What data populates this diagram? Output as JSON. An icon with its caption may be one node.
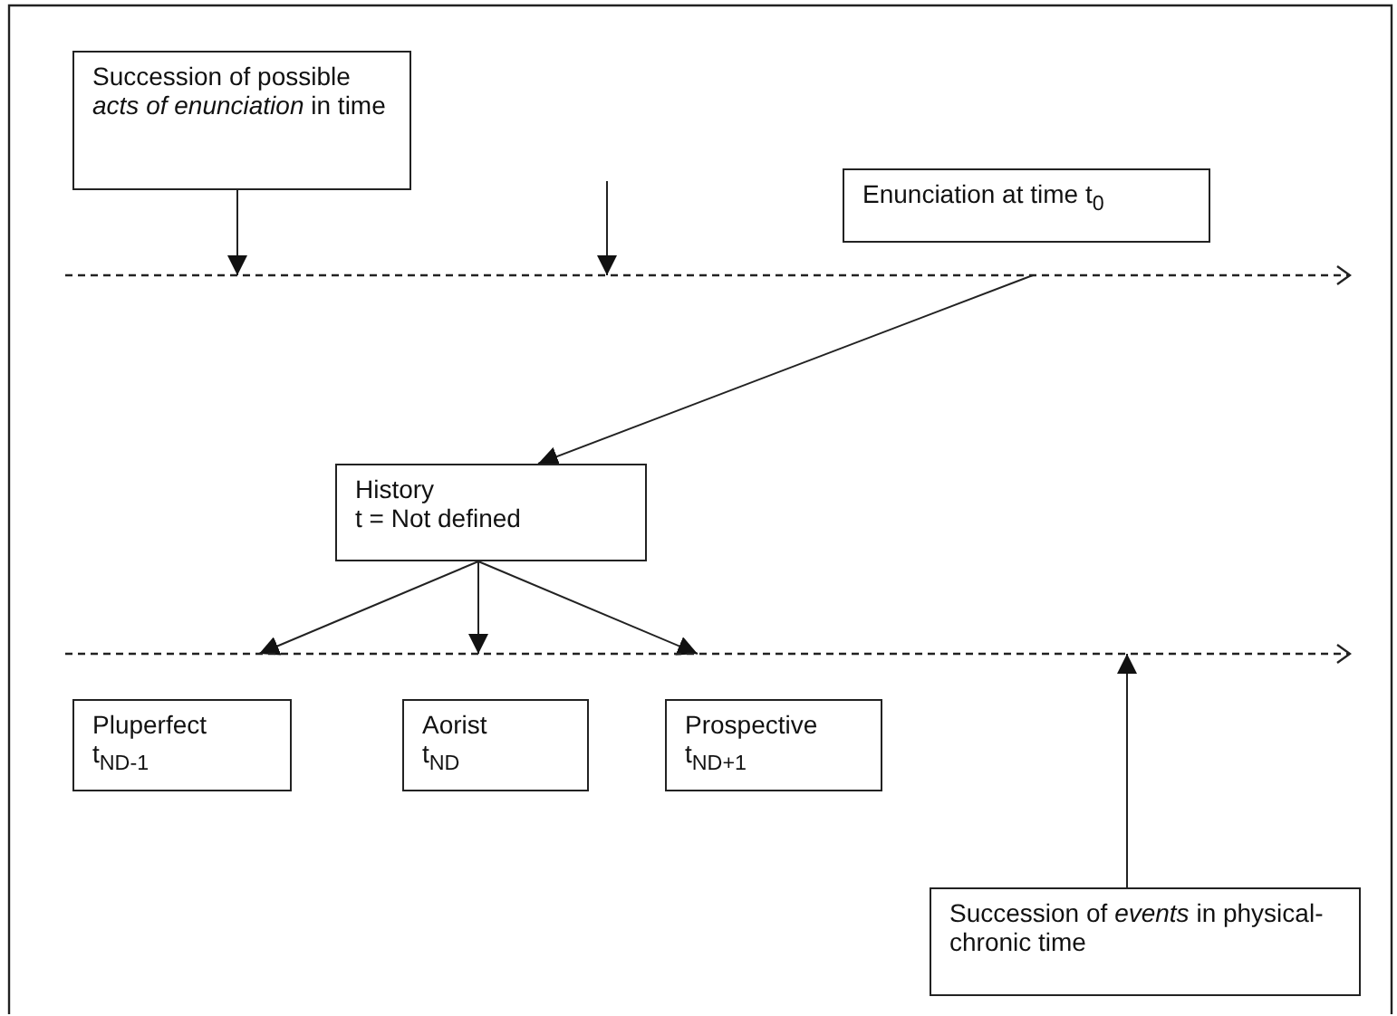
{
  "diagram": {
    "nodes": [
      {
        "text": [
          "Succession of possible *acts of enunciation* in time"
        ]
      },
      {
        "text": [
          "Enunciation at time t$_{0}$"
        ]
      },
      {
        "text": [],
        "shape": "line"
      },
      {
        "text": [
          "History",
          "t = Not defined"
        ]
      },
      {
        "text": [],
        "shape": "line"
      },
      {
        "text": [
          "Pluperfect",
          "t$_{ND-1}$"
        ]
      },
      {
        "text": [
          "Aorist",
          "t$_{ND}$"
        ]
      },
      {
        "text": [
          "Prospective",
          "t$_{ND+1}$"
        ]
      },
      {
        "text": [
          "Succession of *events* in physical-chronic time"
        ]
      }
    ],
    "edges": [
      {
        "from": 0,
        "to": 2,
        "arrow": "to"
      },
      {
        "from": null,
        "to": 2,
        "arrow": "to"
      },
      {
        "from": 2,
        "to": 3,
        "arrow": "to"
      },
      {
        "from": 3,
        "to": 4,
        "arrow": "to"
      },
      {
        "from": 3,
        "to": 4,
        "arrow": "to"
      },
      {
        "from": 3,
        "to": 4,
        "arrow": "to"
      },
      {
        "from": 8,
        "to": 4,
        "arrow": "to"
      }
    ]
  }
}
